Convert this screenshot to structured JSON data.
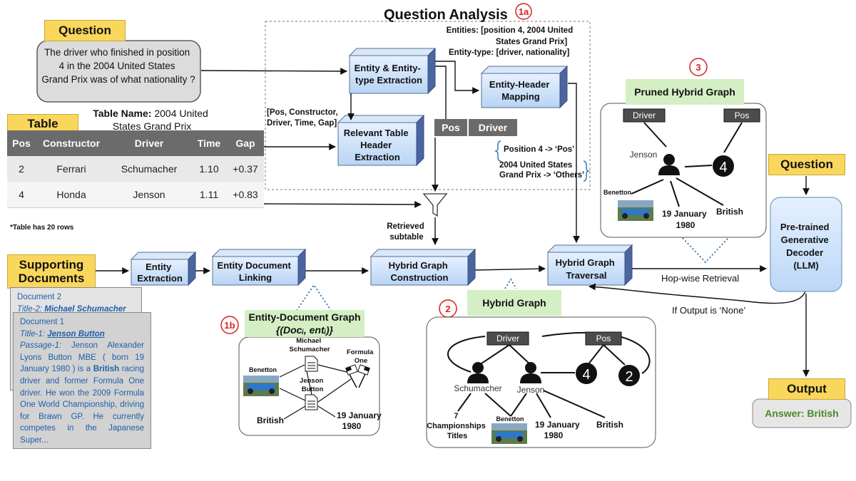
{
  "title": "Question Analysis",
  "badges": {
    "b1a": "1a",
    "b1b": "1b",
    "b2": "2",
    "b3": "3"
  },
  "question": {
    "label": "Question",
    "text": "The driver who finished in position 4 in the 2004 United States Grand Prix was of what nationality ?"
  },
  "table": {
    "label": "Table",
    "name_prefix": "Table Name:",
    "name_line1": "2004 United",
    "name_line2": "States Grand Prix",
    "columns": [
      "Pos",
      "Constructor",
      "Driver",
      "Time",
      "Gap"
    ],
    "rows": [
      [
        "2",
        "Ferrari",
        "Schumacher",
        "1.10",
        "+0.37"
      ],
      [
        "4",
        "Honda",
        "Jenson",
        "1.11",
        "+0.83"
      ]
    ],
    "note": "*Table has 20 rows"
  },
  "analysis": {
    "entities_line1": "Entities: [position 4, 2004 United",
    "entities_line2": "States Grand Prix]",
    "entity_type": "Entity-type: [driver, nationality]",
    "box_extract_l1": "Entity & Entity-",
    "box_extract_l2": "type Extraction",
    "box_mapping_l1": "Entity-Header",
    "box_mapping_l2": "Mapping",
    "box_header_l1": "Relevant Table",
    "box_header_l2": "Header",
    "box_header_l3": "Extraction",
    "headers_l1": "[Pos, Constructor,",
    "headers_l2": "Driver, Time, Gap]",
    "chip_pos": "Pos",
    "chip_driver": "Driver",
    "map1": "Position 4 -> ‘Pos’",
    "map2_l1": "2004 United States",
    "map2_l2": "Grand Prix -> ‘Others’",
    "retrieved_l1": "Retrieved",
    "retrieved_l2": "subtable"
  },
  "supporting": {
    "label_l1": "Supporting",
    "label_l2": "Documents",
    "doc2_title": "Document 2",
    "doc2_sub_prefix": "Title-2:",
    "doc2_sub_link": "Michael Schumacher",
    "doc1_title": "Document 1",
    "doc1_sub_prefix": "Title-1:",
    "doc1_sub_link": "Jenson Button",
    "passage_prefix": "Passage-1:",
    "passage_a": "Jenson Alexander Lyons Button MBE ( born 19 January 1980 ) is a",
    "passage_bold": "British",
    "passage_b": "racing driver and former Formula One driver. He won the 2009 Formula One World Championship, driving for Brawn GP. He currently competes in the Japanese Super..."
  },
  "pipeline": {
    "entity_extraction_l1": "Entity",
    "entity_extraction_l2": "Extraction",
    "doc_linking_l1": "Entity Document",
    "doc_linking_l2": "Linking",
    "graph_construction_l1": "Hybrid Graph",
    "graph_construction_l2": "Construction",
    "graph_traversal_l1": "Hybrid Graph",
    "graph_traversal_l2": "Traversal",
    "hop_wise": "Hop-wise Retrieval",
    "if_none": "If Output is ‘None’"
  },
  "ed_graph": {
    "label_l1": "Entity-Document Graph",
    "label_l2": "{(Docᵢ, entᵢ)}",
    "michael_l1": "Michael",
    "michael_l2": "Schumacher",
    "jenson_l1": "Jenson",
    "jenson_l2": "Button",
    "formula_l1": "Formula",
    "formula_l2": "One",
    "benetton": "Benetton",
    "british": "British",
    "date_l1": "19 January",
    "date_l2": "1980"
  },
  "hybrid_graph": {
    "label": "Hybrid Graph",
    "driver": "Driver",
    "pos": "Pos",
    "schumacher": "Schumacher",
    "jenson": "Jenson",
    "n4": "4",
    "n2": "2",
    "champ_l1": "7",
    "champ_l2": "Championships",
    "champ_l3": "Titles",
    "benetton": "Benetton",
    "date_l1": "19 January",
    "date_l2": "1980",
    "british": "British"
  },
  "pruned_graph": {
    "label": "Pruned Hybrid Graph",
    "driver": "Driver",
    "pos": "Pos",
    "jenson": "Jenson",
    "n4": "4",
    "benetton": "Benetton",
    "date_l1": "19 January",
    "date_l2": "1980",
    "british": "British"
  },
  "right": {
    "question_label": "Question",
    "llm_l1": "Pre-trained",
    "llm_l2": "Generative",
    "llm_l3": "Decoder",
    "llm_l4": "(LLM)",
    "output_label": "Output",
    "answer": "Answer: British"
  },
  "colors": {
    "accent_yellow": "#f9d65c",
    "graph_label_green": "#d4efc4",
    "box_blue": "#cfe3fb",
    "header_gray": "#6b6b6b",
    "answer_green": "#4a8a2a",
    "badge_red": "#d62020"
  }
}
